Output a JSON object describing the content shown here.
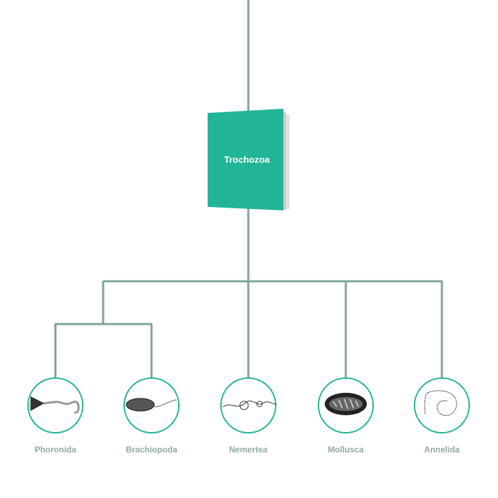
{
  "root": {
    "label": "Trochozoa"
  },
  "leaves": [
    {
      "label": "Phoronida",
      "icon": "phoronid-worm-icon"
    },
    {
      "label": "Brachiopoda",
      "icon": "brachiopod-shell-icon"
    },
    {
      "label": "Nemertea",
      "icon": "ribbon-worm-icon"
    },
    {
      "label": "Mollusca",
      "icon": "chiton-icon"
    },
    {
      "label": "Annelida",
      "icon": "segmented-worm-icon"
    }
  ],
  "colors": {
    "line": "#7fa596",
    "accent": "#22b496",
    "label": "#8fab9f"
  }
}
